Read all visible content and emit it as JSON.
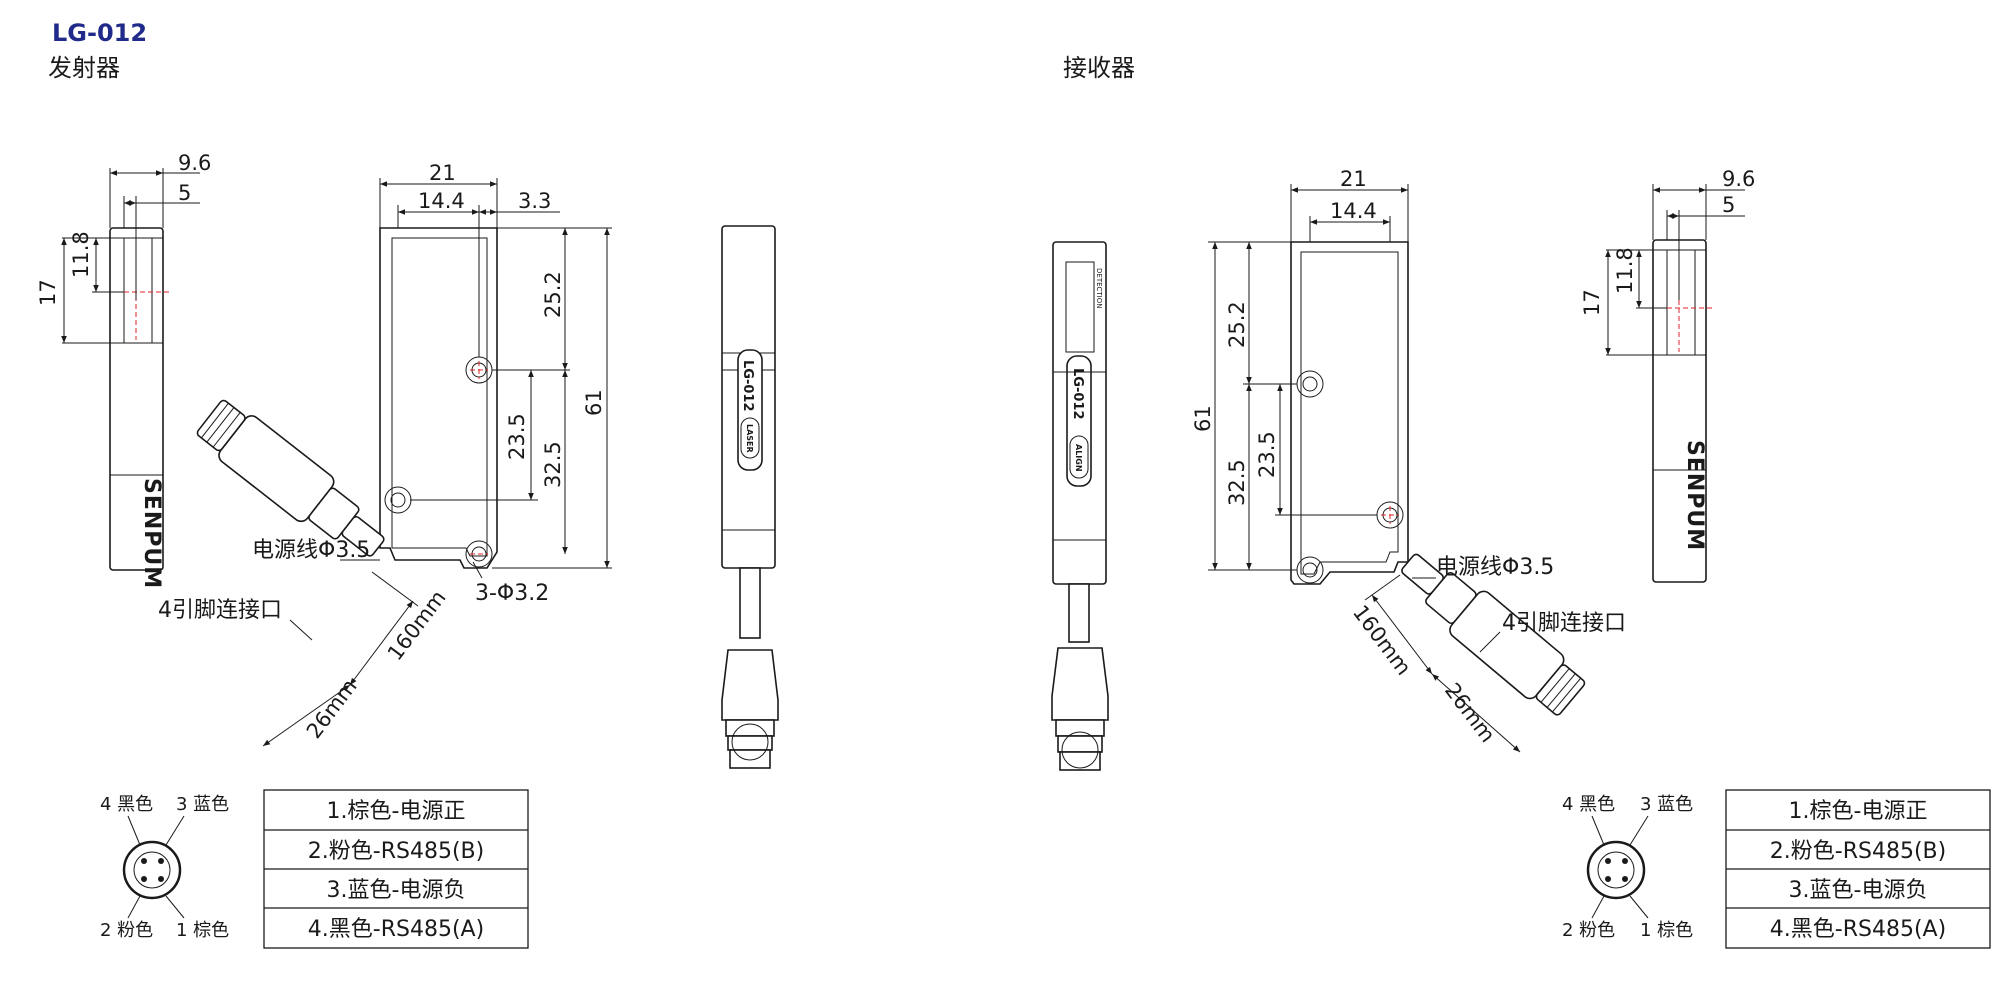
{
  "header": {
    "model": "LG-012",
    "emitter_label": "发射器",
    "receiver_label": "接收器"
  },
  "dimensions": {
    "side_width": "9.6",
    "side_offset": "5",
    "side_window": "11.8",
    "side_height": "17",
    "front_width": "21",
    "front_inner": "14.4",
    "front_edge": "3.3",
    "front_top": "25.2",
    "front_mid": "23.5",
    "front_bottom": "32.5",
    "front_total": "61"
  },
  "callouts": {
    "power_cable": "电源线Φ3.5",
    "holes": "3-Φ3.2",
    "connector": "4引脚连接口",
    "cable_length": "160mm",
    "connector_length": "26mm"
  },
  "product_marks": {
    "brand": "SENPUM",
    "model": "LG-012",
    "laser": "LASER",
    "align": "ALIGN",
    "detection": "DETECTION"
  },
  "pinout": {
    "pin4": "4 黑色",
    "pin3": "3 蓝色",
    "pin2": "2 粉色",
    "pin1": "1 棕色"
  },
  "wiring_table": [
    "1.棕色-电源正",
    "2.粉色-RS485(B)",
    "3.蓝色-电源负",
    "4.黑色-RS485(A)"
  ],
  "colors": {
    "title": "#1f2a8a",
    "centerline": "#e0262b",
    "line": "#1a1a1a"
  }
}
